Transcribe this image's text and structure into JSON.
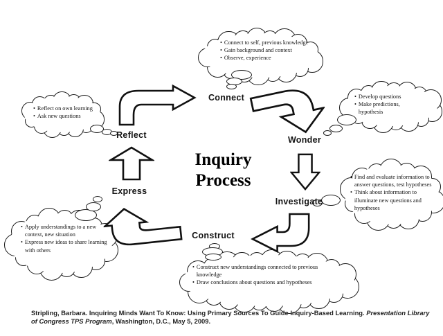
{
  "title": {
    "line1": "Inquiry",
    "line2": "Process"
  },
  "stages": [
    {
      "id": "connect",
      "label": "Connect",
      "bullets": [
        "Connect to self, previous knowledge",
        "Gain background and context",
        "Observe, experience"
      ]
    },
    {
      "id": "wonder",
      "label": "Wonder",
      "bullets": [
        "Develop questions",
        "Make predictions, hypothesis"
      ]
    },
    {
      "id": "investigate",
      "label": "Investigate",
      "bullets": [
        "Find and evaluate information to answer questions, test hypotheses",
        "Think about information to illuminate new questions and hypotheses"
      ]
    },
    {
      "id": "construct",
      "label": "Construct",
      "bullets": [
        "Construct new understandings connected to previous knowledge",
        "Draw conclusions about questions and hypotheses"
      ]
    },
    {
      "id": "express",
      "label": "Express",
      "bullets": [
        "Apply understandings to a new context, new situation",
        "Express new ideas to share learning with others"
      ]
    },
    {
      "id": "reflect",
      "label": "Reflect",
      "bullets": [
        "Reflect on own learning",
        "Ask new questions"
      ]
    }
  ],
  "citation": {
    "segments": [
      {
        "text": "Stripling, Barbara. Inquiring Minds Want To Know: Using Primary Sources To Guide Inquiry-Based Learning. ",
        "italic": false
      },
      {
        "text": "Presentation Library of Congress TPS Program",
        "italic": true
      },
      {
        "text": ", Washington, D.C., May 5, 2009.",
        "italic": false
      }
    ]
  },
  "colors": {
    "ink": "#1a1a1a",
    "background": "#ffffff"
  }
}
